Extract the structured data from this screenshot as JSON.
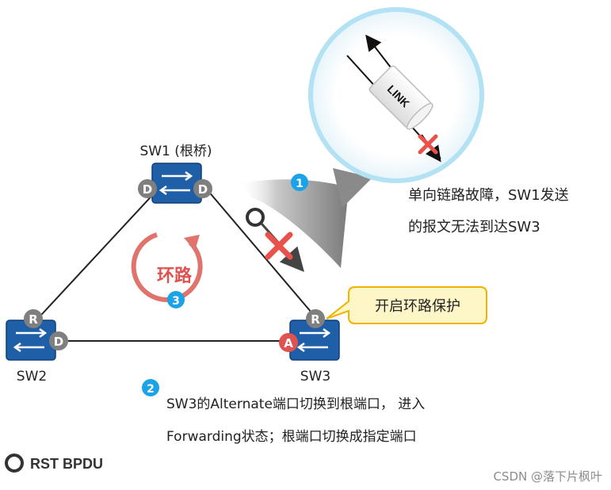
{
  "nodes": {
    "sw1": {
      "label": "SW1 (根桥)",
      "ports": [
        "D",
        "D"
      ]
    },
    "sw2": {
      "label": "SW2",
      "ports": [
        "R",
        "D"
      ]
    },
    "sw3": {
      "label": "SW3",
      "ports": [
        "R",
        "A"
      ]
    }
  },
  "zoom": {
    "link_label": "LINK"
  },
  "loop": {
    "label": "环路"
  },
  "callout": {
    "text": "开启环路保护"
  },
  "steps": [
    {
      "number": "1",
      "lines": [
        "单向链路故障，SW1发送",
        "的报文无法到达SW3"
      ]
    },
    {
      "number": "2",
      "lines": [
        "SW3的Alternate端口切换到根端口， 进入",
        "Forwarding状态；根端口切换成指定端口"
      ]
    },
    {
      "number": "3"
    }
  ],
  "legend": {
    "label": "RST BPDU"
  },
  "watermark": "CSDN @落下片枫叶",
  "colors": {
    "switch": "#1f5fa8",
    "port_gray": "#7f7f7f",
    "alternate_port": "#e0524f",
    "step_badge": "#1aa3e8",
    "fault_x": "#e8524a",
    "callout_fill": "#fff6c8",
    "callout_border": "#f0b400",
    "zoom_ring": "#a8dff0"
  }
}
